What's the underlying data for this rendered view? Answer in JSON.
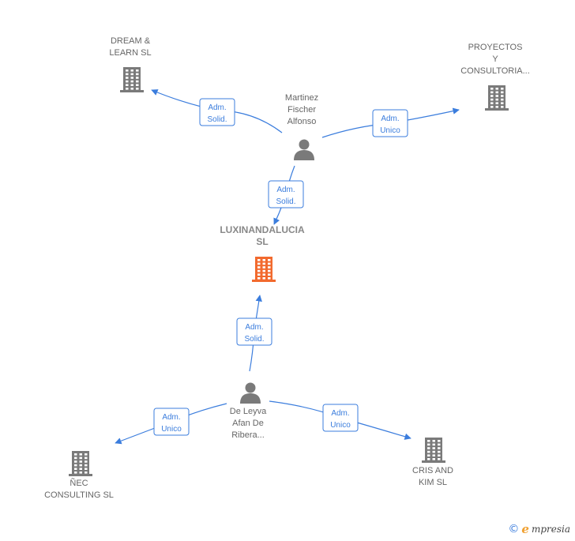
{
  "nodes": [
    {
      "id": "dream",
      "type": "company",
      "lines": [
        "DREAM &",
        "LEARN SL"
      ],
      "color": "#7a7a7a"
    },
    {
      "id": "proyectos",
      "type": "company",
      "lines": [
        "PROYECTOS",
        "Y",
        "CONSULTORIA..."
      ],
      "color": "#7a7a7a"
    },
    {
      "id": "martinez",
      "type": "person",
      "lines": [
        "Martinez",
        "Fischer",
        "Alfonso"
      ],
      "color": "#7a7a7a"
    },
    {
      "id": "luxin",
      "type": "company",
      "focus": true,
      "lines": [
        "LUXINANDALUCIA",
        "SL"
      ],
      "color": "#f26a2e"
    },
    {
      "id": "deleyva",
      "type": "person",
      "lines": [
        "De Leyva",
        "Afan De",
        "Ribera..."
      ],
      "color": "#7a7a7a"
    },
    {
      "id": "nec",
      "type": "company",
      "lines": [
        "ÑEC",
        "CONSULTING SL"
      ],
      "color": "#7a7a7a"
    },
    {
      "id": "cris",
      "type": "company",
      "lines": [
        "CRIS AND",
        "KIM SL"
      ],
      "color": "#7a7a7a"
    }
  ],
  "edges": [
    {
      "from": "martinez",
      "to": "dream",
      "label": [
        "Adm.",
        "Solid."
      ]
    },
    {
      "from": "martinez",
      "to": "proyectos",
      "label": [
        "Adm.",
        "Unico"
      ]
    },
    {
      "from": "martinez",
      "to": "luxin",
      "label": [
        "Adm.",
        "Solid."
      ]
    },
    {
      "from": "deleyva",
      "to": "luxin",
      "label": [
        "Adm.",
        "Solid."
      ]
    },
    {
      "from": "deleyva",
      "to": "nec",
      "label": [
        "Adm.",
        "Unico"
      ]
    },
    {
      "from": "deleyva",
      "to": "cris",
      "label": [
        "Adm.",
        "Unico"
      ]
    }
  ],
  "colors": {
    "edge": "#3b7ddd",
    "icon": "#7a7a7a",
    "focus": "#f26a2e"
  },
  "brand": {
    "copyright": "©",
    "initial": "e",
    "rest": "mpresia"
  }
}
